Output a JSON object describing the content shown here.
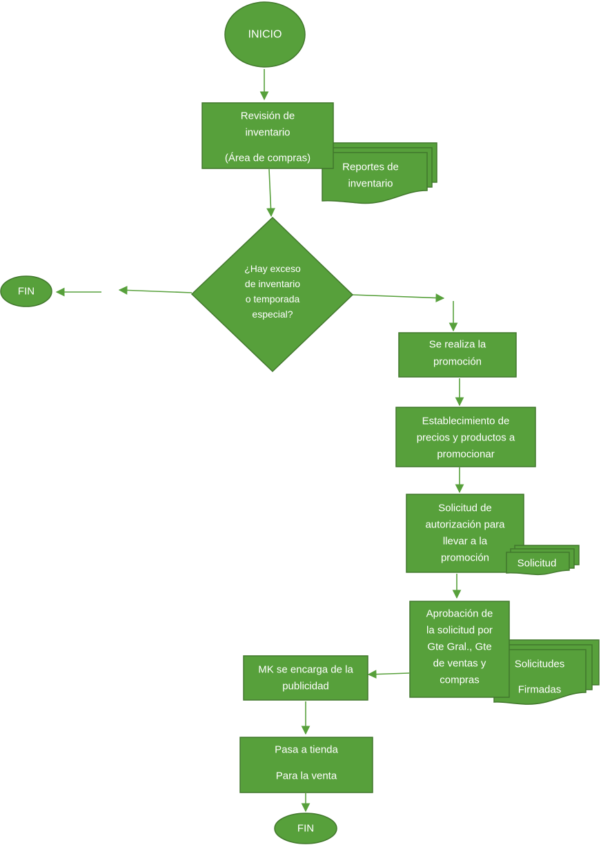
{
  "colors": {
    "fill": "#57a03b",
    "stroke": "#41772c",
    "text": "#ffffff",
    "background": "#ffffff"
  },
  "nodes": {
    "inicio": "INICIO",
    "revision": [
      "Revisión de",
      "inventario",
      "(Área de compras)"
    ],
    "reportes": [
      "Reportes de",
      "inventario"
    ],
    "decision": [
      "¿Hay exceso",
      "de inventario",
      "o temporada",
      "especial?"
    ],
    "fin_left": "FIN",
    "promocion": [
      "Se realiza la",
      "promoción"
    ],
    "establecimiento": [
      "Establecimiento de",
      "precios y productos a",
      "promocionar"
    ],
    "solicitud_aut": [
      "Solicitud de",
      "autorización para",
      "llevar a la",
      "promoción"
    ],
    "solicitud_doc": "Solicitud",
    "aprobacion": [
      "Aprobación de",
      "la solicitud por",
      "Gte Gral., Gte",
      "de ventas y",
      "compras"
    ],
    "solicitudes_firmadas": [
      "Solicitudes",
      "Firmadas"
    ],
    "mk": [
      "MK se encarga de la",
      "publicidad"
    ],
    "pasa_tienda": [
      "Pasa a tienda",
      "Para la venta"
    ],
    "fin_bottom": "FIN"
  }
}
